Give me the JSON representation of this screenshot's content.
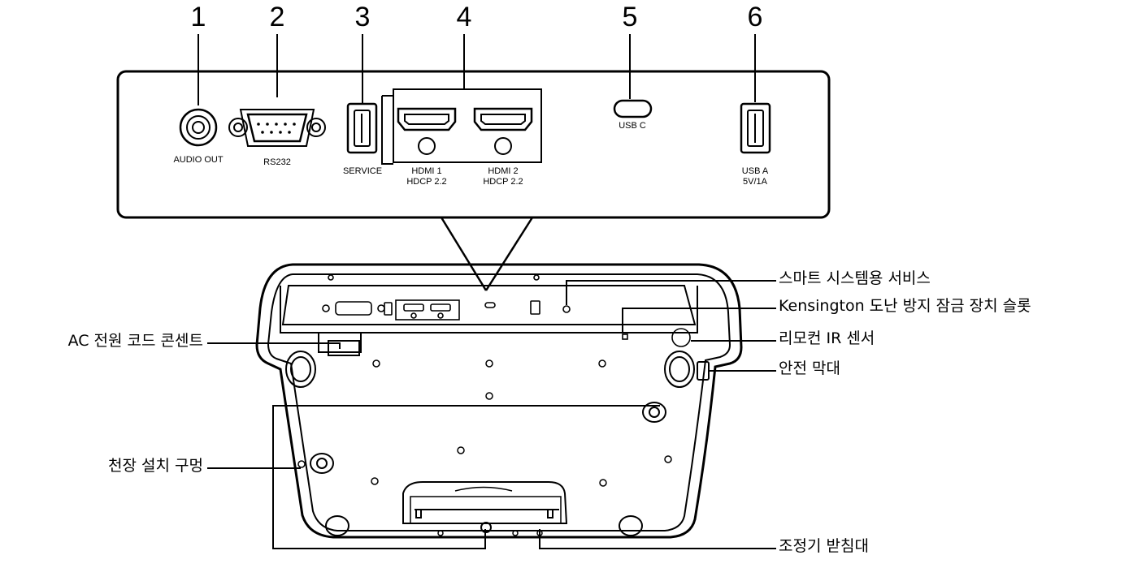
{
  "port_numbers": [
    "1",
    "2",
    "3",
    "4",
    "5",
    "6"
  ],
  "port_labels": {
    "audio_out": "AUDIO OUT",
    "rs232": "RS232",
    "service": "SERVICE",
    "hdmi1_line1": "HDMI 1",
    "hdmi1_line2": "HDCP 2.2",
    "hdmi2_line1": "HDMI 2",
    "hdmi2_line2": "HDCP 2.2",
    "usb_c": "USB C",
    "usb_a_line1": "USB A",
    "usb_a_line2": "5V/1A"
  },
  "callouts": {
    "smart_service": "스마트 시스템용 서비스",
    "kensington": "Kensington 도난 방지 잠금 장치 슬롯",
    "remote_ir": "리모컨 IR 센서",
    "safety_bar": "안전 막대",
    "ac_power": "AC 전원 코드 콘센트",
    "ceiling_holes": "천장 설치 구멍",
    "adjuster_foot": "조정기 받침대"
  }
}
